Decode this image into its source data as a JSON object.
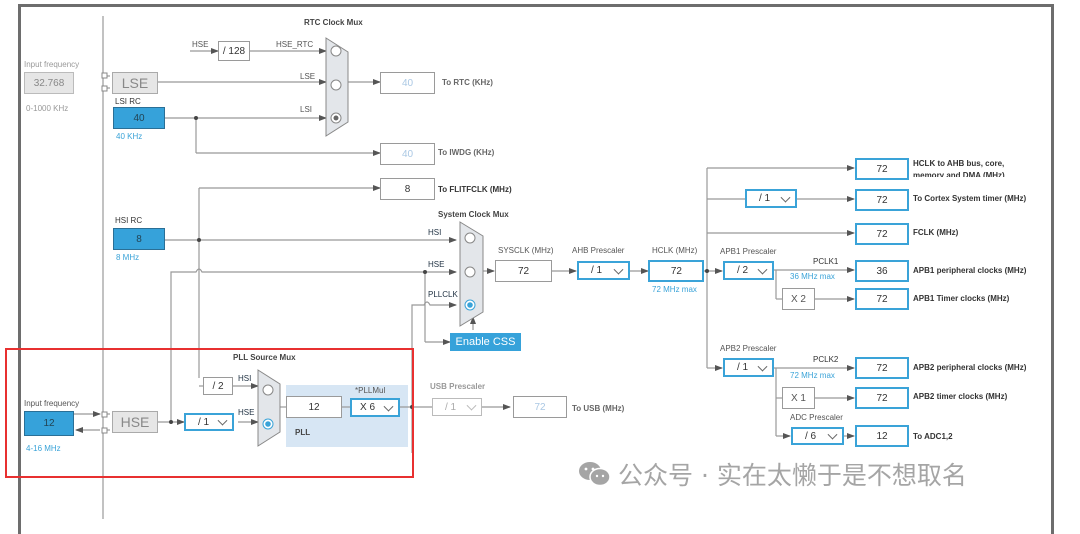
{
  "left_panel": {
    "lse_input_label": "Input frequency",
    "lse_input_value": "32.768",
    "lse_range": "0-1000 KHz",
    "hse_input_label": "Input frequency",
    "hse_input_value": "12",
    "hse_range": "4-16 MHz"
  },
  "sources": {
    "lse": "LSE",
    "lsi_title": "LSI RC",
    "lsi_value": "40",
    "lsi_unit": "40 KHz",
    "hsi_title": "HSI RC",
    "hsi_value": "8",
    "hsi_unit": "8 MHz",
    "hse": "HSE"
  },
  "rtc": {
    "title": "RTC Clock Mux",
    "hse_in": "HSE",
    "div128": "/ 128",
    "hse_rtc": "HSE_RTC",
    "lse_in": "LSE",
    "lsi_in": "LSI",
    "selected": "LSI",
    "out_value": "40",
    "out_label": "To RTC (KHz)",
    "iwdg_value": "40",
    "iwdg_label": "To IWDG (KHz)",
    "flit_value": "8",
    "flit_label": "To FLITFCLK (MHz)"
  },
  "sysmux": {
    "title": "System Clock Mux",
    "hsi": "HSI",
    "hse": "HSE",
    "pllclk": "PLLCLK",
    "selected": "PLLCLK",
    "enable_css": "Enable CSS",
    "sysclk_label": "SYSCLK (MHz)",
    "sysclk_value": "72",
    "ahb_label": "AHB Prescaler",
    "ahb_value": "/ 1",
    "hclk_label": "HCLK (MHz)",
    "hclk_value": "72",
    "hclk_max": "72 MHz max"
  },
  "pll": {
    "src_title": "PLL Source Mux",
    "div2": "/ 2",
    "hsi": "HSI",
    "hse": "HSE",
    "selected": "HSE",
    "hse_prediv": "/ 1",
    "pll_in": "12",
    "mul_label": "*PLLMul",
    "mul_value": "X 6",
    "pll_label": "PLL",
    "usb_label": "USB Prescaler",
    "usb_value": "/ 1",
    "usb_out": "72",
    "usb_out_label": "To USB (MHz)"
  },
  "outputs": {
    "ahb_value": "72",
    "ahb_label_1": "HCLK to AHB bus, core,",
    "ahb_label_2": "memory and DMA (MHz)",
    "cortex_div": "/ 1",
    "cortex_value": "72",
    "cortex_label": "To Cortex System timer (MHz)",
    "fclk_value": "72",
    "fclk_label": "FCLK (MHz)",
    "apb1_label": "APB1 Prescaler",
    "apb1_value": "/ 2",
    "pclk1": "PCLK1",
    "pclk1_max": "36 MHz max",
    "apb1_periph_value": "36",
    "apb1_periph_label": "APB1 peripheral clocks (MHz)",
    "apb1_timer_mul": "X 2",
    "apb1_timer_value": "72",
    "apb1_timer_label": "APB1 Timer clocks (MHz)",
    "apb2_label": "APB2 Prescaler",
    "apb2_value": "/ 1",
    "pclk2": "PCLK2",
    "pclk2_max": "72 MHz max",
    "apb2_periph_value": "72",
    "apb2_periph_label": "APB2 peripheral clocks (MHz)",
    "apb2_timer_mul": "X 1",
    "apb2_timer_value": "72",
    "apb2_timer_label": "APB2 timer clocks (MHz)",
    "adc_label": "ADC Prescaler",
    "adc_value": "/ 6",
    "adc_out": "12",
    "adc_out_label": "To ADC1,2"
  },
  "watermark": "公众号 · 实在太懒于是不想取名",
  "colors": {
    "accent": "#36a2da",
    "highlight": "#e83030",
    "wire": "#8a8a8a"
  }
}
